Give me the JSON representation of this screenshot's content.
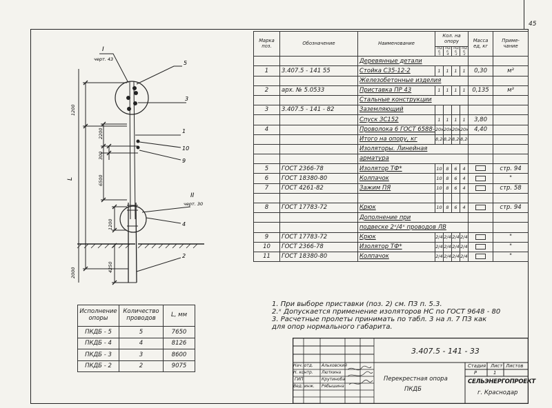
{
  "sheet_number": "45",
  "drawing": {
    "ref_I": "I",
    "ref_I_sub": "черт. 43",
    "ref_II": "II",
    "ref_II_sub": "черт. 30",
    "callouts": [
      "5",
      "3",
      "1",
      "10",
      "9",
      "4",
      "2"
    ],
    "dims": [
      "1200",
      "2200",
      "300",
      "6500",
      "1200",
      "4250",
      "2000"
    ],
    "length_label": "L"
  },
  "spec": {
    "headers": {
      "mark": "Марка поз.",
      "designation": "Обозначение",
      "name": "Наименование",
      "qty": "Кол. на опору",
      "qty_sub": [
        "пкд б -5",
        "пкд б -4",
        "пкд б -3",
        "пкд б -2"
      ],
      "mass": "Масса ед, кг",
      "note": "Приме- чание"
    },
    "rows": [
      {
        "kind": "section",
        "name": "Деревянные детали"
      },
      {
        "mark": "1",
        "designation": "3.407.5 - 141 55",
        "name": "Стойка С35-12-2",
        "q": [
          "1",
          "1",
          "1",
          "1"
        ],
        "mass": "0,30",
        "note": "м³"
      },
      {
        "kind": "section",
        "name": "Железобетонные изделия"
      },
      {
        "mark": "2",
        "designation": "арх. № 5.0533",
        "name": "Приставка ПР 43",
        "q": [
          "1",
          "1",
          "1",
          "1"
        ],
        "mass": "0,135",
        "note": "м³"
      },
      {
        "kind": "section",
        "name": "Стальные конструкции"
      },
      {
        "mark": "3",
        "designation": "3.407.5 - 141 - 82",
        "name": "Заземляющий",
        "q": [
          "",
          "",
          "",
          ""
        ],
        "mass": "",
        "note": ""
      },
      {
        "mark": "",
        "designation": "",
        "name": "Спуск ЗС152",
        "q": [
          "1",
          "1",
          "1",
          "1"
        ],
        "mass": "3,80",
        "note": ""
      },
      {
        "mark": "4",
        "designation": "",
        "name": "Проволока 6 ГОСТ 6588-73",
        "q": [
          "20м",
          "20м",
          "20м",
          "20м"
        ],
        "mass": "4,40",
        "note": ""
      },
      {
        "mark": "",
        "designation": "",
        "name": "Итого на опору, кг",
        "q": [
          "8,20",
          "8,20",
          "8,20",
          "8,20"
        ],
        "mass": "",
        "note": ""
      },
      {
        "kind": "section",
        "name": "Изоляторы. Линейная"
      },
      {
        "kind": "section",
        "name": "арматура"
      },
      {
        "mark": "5",
        "designation": "ГОСТ 2366-78",
        "name": "Изолятор ТФ*",
        "q": [
          "10",
          "8",
          "6",
          "4"
        ],
        "mass": "",
        "note": "стр. 94"
      },
      {
        "mark": "6",
        "designation": "ГОСТ 18380-80",
        "name": "Колпачок",
        "q": [
          "10",
          "8",
          "6",
          "4"
        ],
        "mass": "",
        "note": "\""
      },
      {
        "mark": "7",
        "designation": "ГОСТ 4261-82",
        "name": "Зажим ПЯ",
        "q": [
          "10",
          "8",
          "6",
          "4"
        ],
        "mass": "",
        "note": "стр. 58"
      },
      {
        "kind": "spacer"
      },
      {
        "mark": "8",
        "designation": "ГОСТ 17783-72",
        "name": "Крюк",
        "q": [
          "10",
          "8",
          "6",
          "4"
        ],
        "mass": "",
        "note": "стр. 94"
      },
      {
        "kind": "section",
        "name": "Дополнение при"
      },
      {
        "kind": "section",
        "name": "подвеске 2ˣ/4ˣ проводов ЛВ"
      },
      {
        "mark": "9",
        "designation": "ГОСТ 17783-72",
        "name": "Крюк",
        "q": [
          "2/4",
          "2/4",
          "2/4",
          "2/4"
        ],
        "mass": "",
        "note": "\""
      },
      {
        "mark": "10",
        "designation": "ГОСТ 2366-78",
        "name": "Изолятор ТФ*",
        "q": [
          "2/4",
          "2/4",
          "2/4",
          "2/4"
        ],
        "mass": "",
        "note": "\""
      },
      {
        "mark": "11",
        "designation": "ГОСТ 18380-80",
        "name": "Колпачок",
        "q": [
          "2/4",
          "2/4",
          "2/4",
          "2/4"
        ],
        "mass": "",
        "note": "\""
      }
    ]
  },
  "variants": {
    "headers": [
      "Исполнение опоры",
      "Количество проводов",
      "L, мм"
    ],
    "rows": [
      [
        "ПКДБ - 5",
        "5",
        "7650"
      ],
      [
        "ПКДБ - 4",
        "4",
        "8126"
      ],
      [
        "ПКДБ - 3",
        "3",
        "8600"
      ],
      [
        "ПКДБ - 2",
        "2",
        "9075"
      ]
    ]
  },
  "notes": [
    "1. При выборе приставки (поз. 2) см. ПЗ п. 5.3.",
    "2.ˣ Допускается применение изоляторов НС по ГОСТ 9648 - 80",
    "3. Расчетные пролеты принимать по табл. 3 на л. 7 ПЗ как",
    "    для опор нормального габарита."
  ],
  "title_block": {
    "code": "3.407.5 - 141 - 33",
    "title_line1": "Перекрестная опора",
    "title_line2": "ПКДБ",
    "stage_label": "Стадия",
    "sheet_label": "Лист",
    "sheets_label": "Листов",
    "stage": "Р",
    "sheet": "1",
    "roles": [
      "Нач. отд.",
      "Н. контр.",
      "ГИП",
      "Вед. инж."
    ],
    "names": [
      "Альховский",
      "Люткина",
      "Крутиноба",
      "Рябышина"
    ],
    "org_line1": "СЕЛЬЭНЕРГОПРОЕКТ",
    "org_line2": "г. Краснодар"
  }
}
